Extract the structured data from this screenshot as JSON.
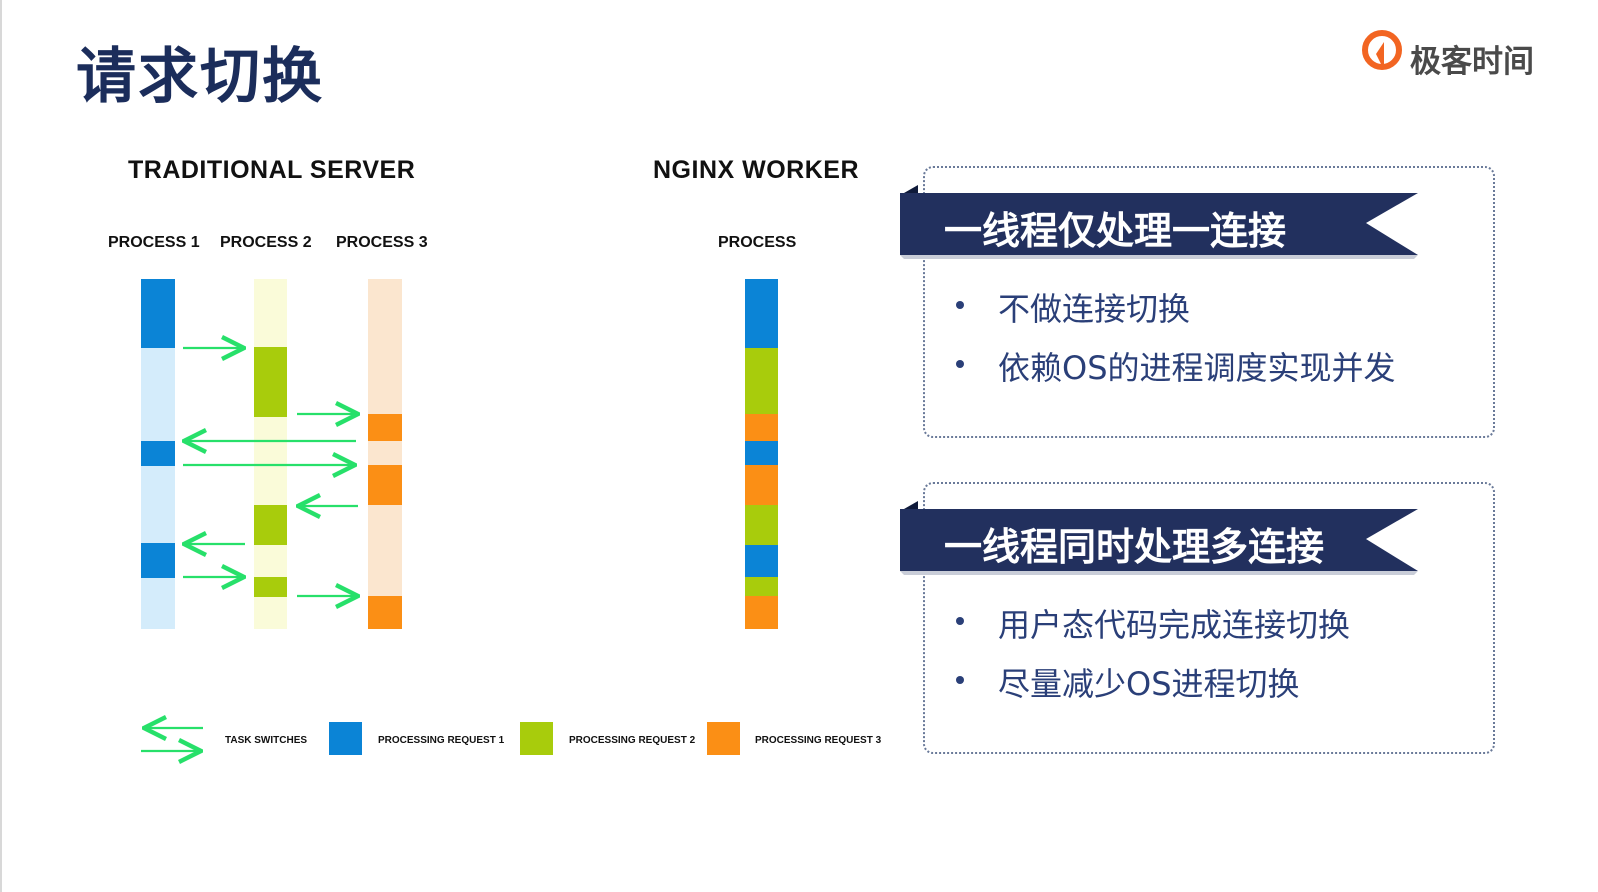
{
  "title": "请求切换",
  "logo": {
    "text": "极客时间",
    "icon": "geektime-logo-icon",
    "color": "#f26522"
  },
  "colors": {
    "request1": "#0b84d6",
    "request1_light": "#d4ecfb",
    "request2": "#a8cc0c",
    "request2_light": "#fafbd9",
    "request3": "#fb8f15",
    "request3_light": "#fbe6cf",
    "arrow": "#27e06a",
    "banner": "#22305e",
    "bullet_text": "#2a3f78"
  },
  "diagram": {
    "traditional_title": "TRADITIONAL SERVER",
    "nginx_title": "NGINX WORKER",
    "process_labels": [
      "PROCESS 1",
      "PROCESS 2",
      "PROCESS 3"
    ],
    "nginx_process_label": "PROCESS",
    "legend": {
      "task_switches": "TASK SWITCHES",
      "request1": "PROCESSING REQUEST 1",
      "request2": "PROCESSING REQUEST 2",
      "request3": "PROCESSING REQUEST 3"
    }
  },
  "panels": [
    {
      "heading": "一线程仅处理一连接",
      "bullets": [
        "不做连接切换",
        "依赖OS的进程调度实现并发"
      ]
    },
    {
      "heading": "一线程同时处理多连接",
      "bullets": [
        "用户态代码完成连接切换",
        "尽量减少OS进程切换"
      ]
    }
  ]
}
